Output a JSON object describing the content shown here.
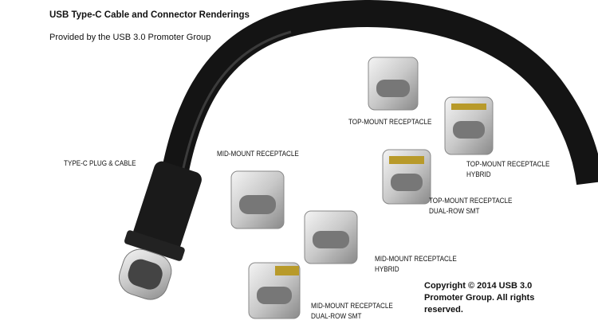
{
  "title": "USB Type-C Cable and Connector Renderings",
  "subtitle": "Provided by the USB 3.0 Promoter Group",
  "labels": {
    "plug": "TYPE-C PLUG & CABLE",
    "mid_mount": "MID-MOUNT RECEPTACLE",
    "top_mount": "TOP-MOUNT RECEPTACLE",
    "top_hybrid": [
      "TOP-MOUNT RECEPTACLE",
      "HYBRID"
    ],
    "top_dual": [
      "TOP-MOUNT RECEPTACLE",
      "DUAL-ROW SMT"
    ],
    "mid_hybrid": [
      "MID-MOUNT RECEPTACLE",
      "HYBRID"
    ],
    "mid_dual": [
      "MID-MOUNT RECEPTACLE",
      "DUAL-ROW SMT"
    ]
  },
  "copyright": [
    "Copyright © 2014 USB 3.0",
    "Promoter Group. All rights",
    "reserved."
  ]
}
